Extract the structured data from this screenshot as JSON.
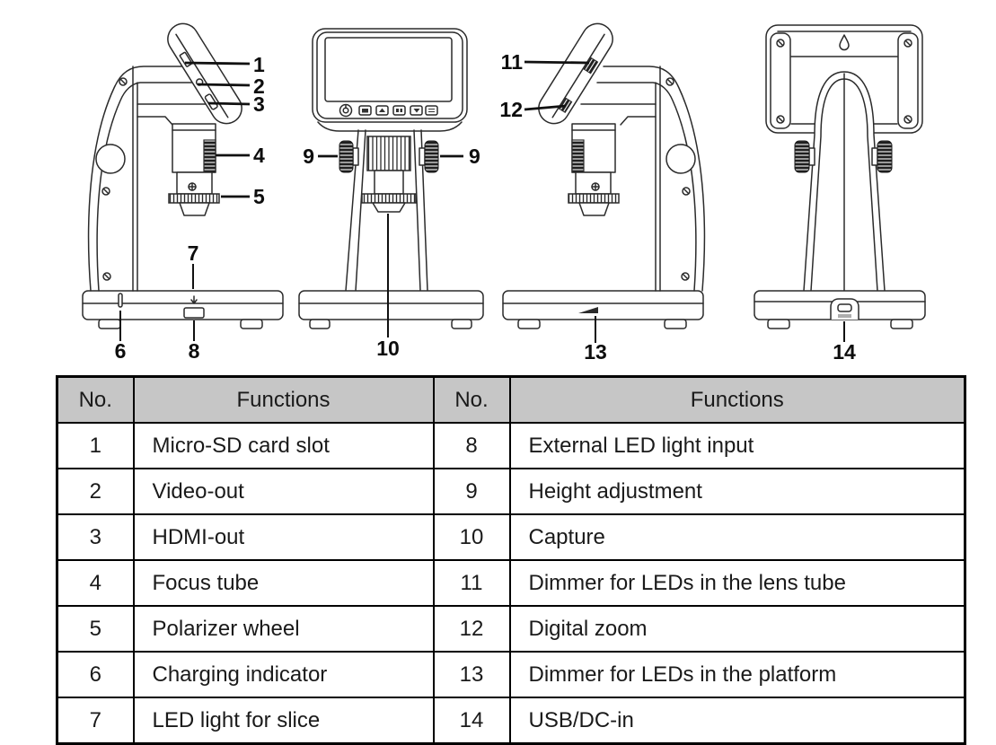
{
  "colors": {
    "background": "#ffffff",
    "line_art": "#2b2b2b",
    "callout_text": "#0d0d0d",
    "table_border": "#000000",
    "table_header_bg": "#c6c6c6",
    "table_text": "#1a1a1a"
  },
  "diagram": {
    "views": [
      "left-side-view",
      "front-view",
      "right-side-view",
      "back-view"
    ],
    "callouts": {
      "n1": "1",
      "n2": "2",
      "n3": "3",
      "n4": "4",
      "n5": "5",
      "n6": "6",
      "n7": "7",
      "n8": "8",
      "n9": "9",
      "n10": "10",
      "n11": "11",
      "n12": "12",
      "n13": "13",
      "n14": "14"
    }
  },
  "table": {
    "headers": [
      "No.",
      "Functions",
      "No.",
      "Functions"
    ],
    "rows": [
      [
        "1",
        "Micro-SD card slot",
        "8",
        "External LED light input"
      ],
      [
        "2",
        "Video-out",
        "9",
        "Height adjustment"
      ],
      [
        "3",
        "HDMI-out",
        "10",
        "Capture"
      ],
      [
        "4",
        "Focus tube",
        "11",
        "Dimmer for LEDs in the lens tube"
      ],
      [
        "5",
        "Polarizer wheel",
        "12",
        "Digital zoom"
      ],
      [
        "6",
        "Charging indicator",
        "13",
        "Dimmer for LEDs in the platform"
      ],
      [
        "7",
        "LED light for slice",
        "14",
        "USB/DC-in"
      ]
    ]
  }
}
